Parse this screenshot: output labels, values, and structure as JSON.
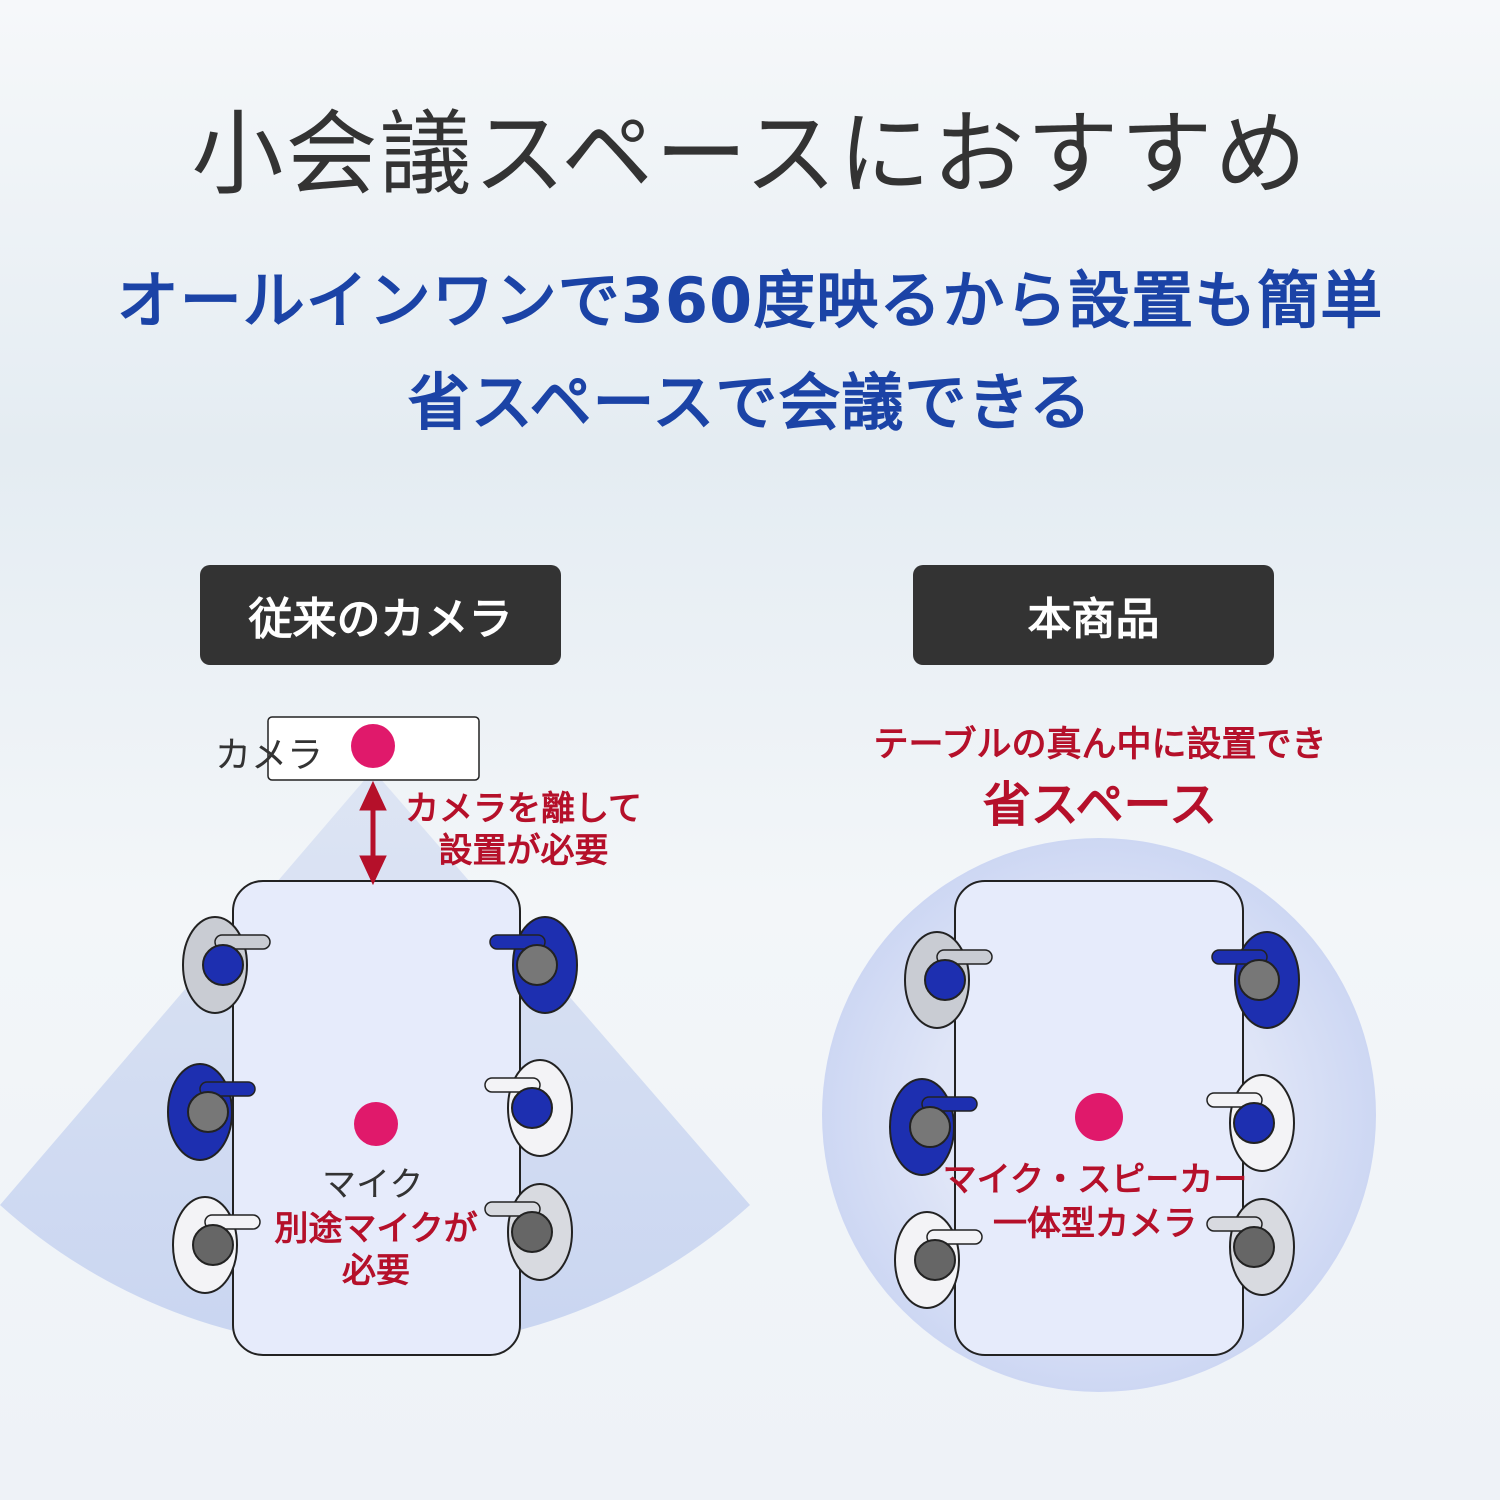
{
  "title": "小会議スペースにおすすめ",
  "subtitle": [
    "オールインワンで360度映るから設置も簡単",
    "省スペースで会議できる"
  ],
  "left": {
    "label": "従来のカメラ",
    "camera_label": "カメラ",
    "distance_note": [
      "カメラを離して",
      "設置が必要"
    ],
    "mic_label": "マイク",
    "mic_note": [
      "別途マイクが",
      "必要"
    ]
  },
  "right": {
    "label": "本商品",
    "note": "テーブルの真ん中に設置でき",
    "note_emph": "省スペース",
    "device_label": [
      "マイク・スピーカー",
      "一体型カメラ"
    ]
  },
  "colors": {
    "accent_blue": "#1b43a6",
    "accent_red": "#b5102a",
    "dot": "#e0196b",
    "label_bg": "#333333"
  }
}
